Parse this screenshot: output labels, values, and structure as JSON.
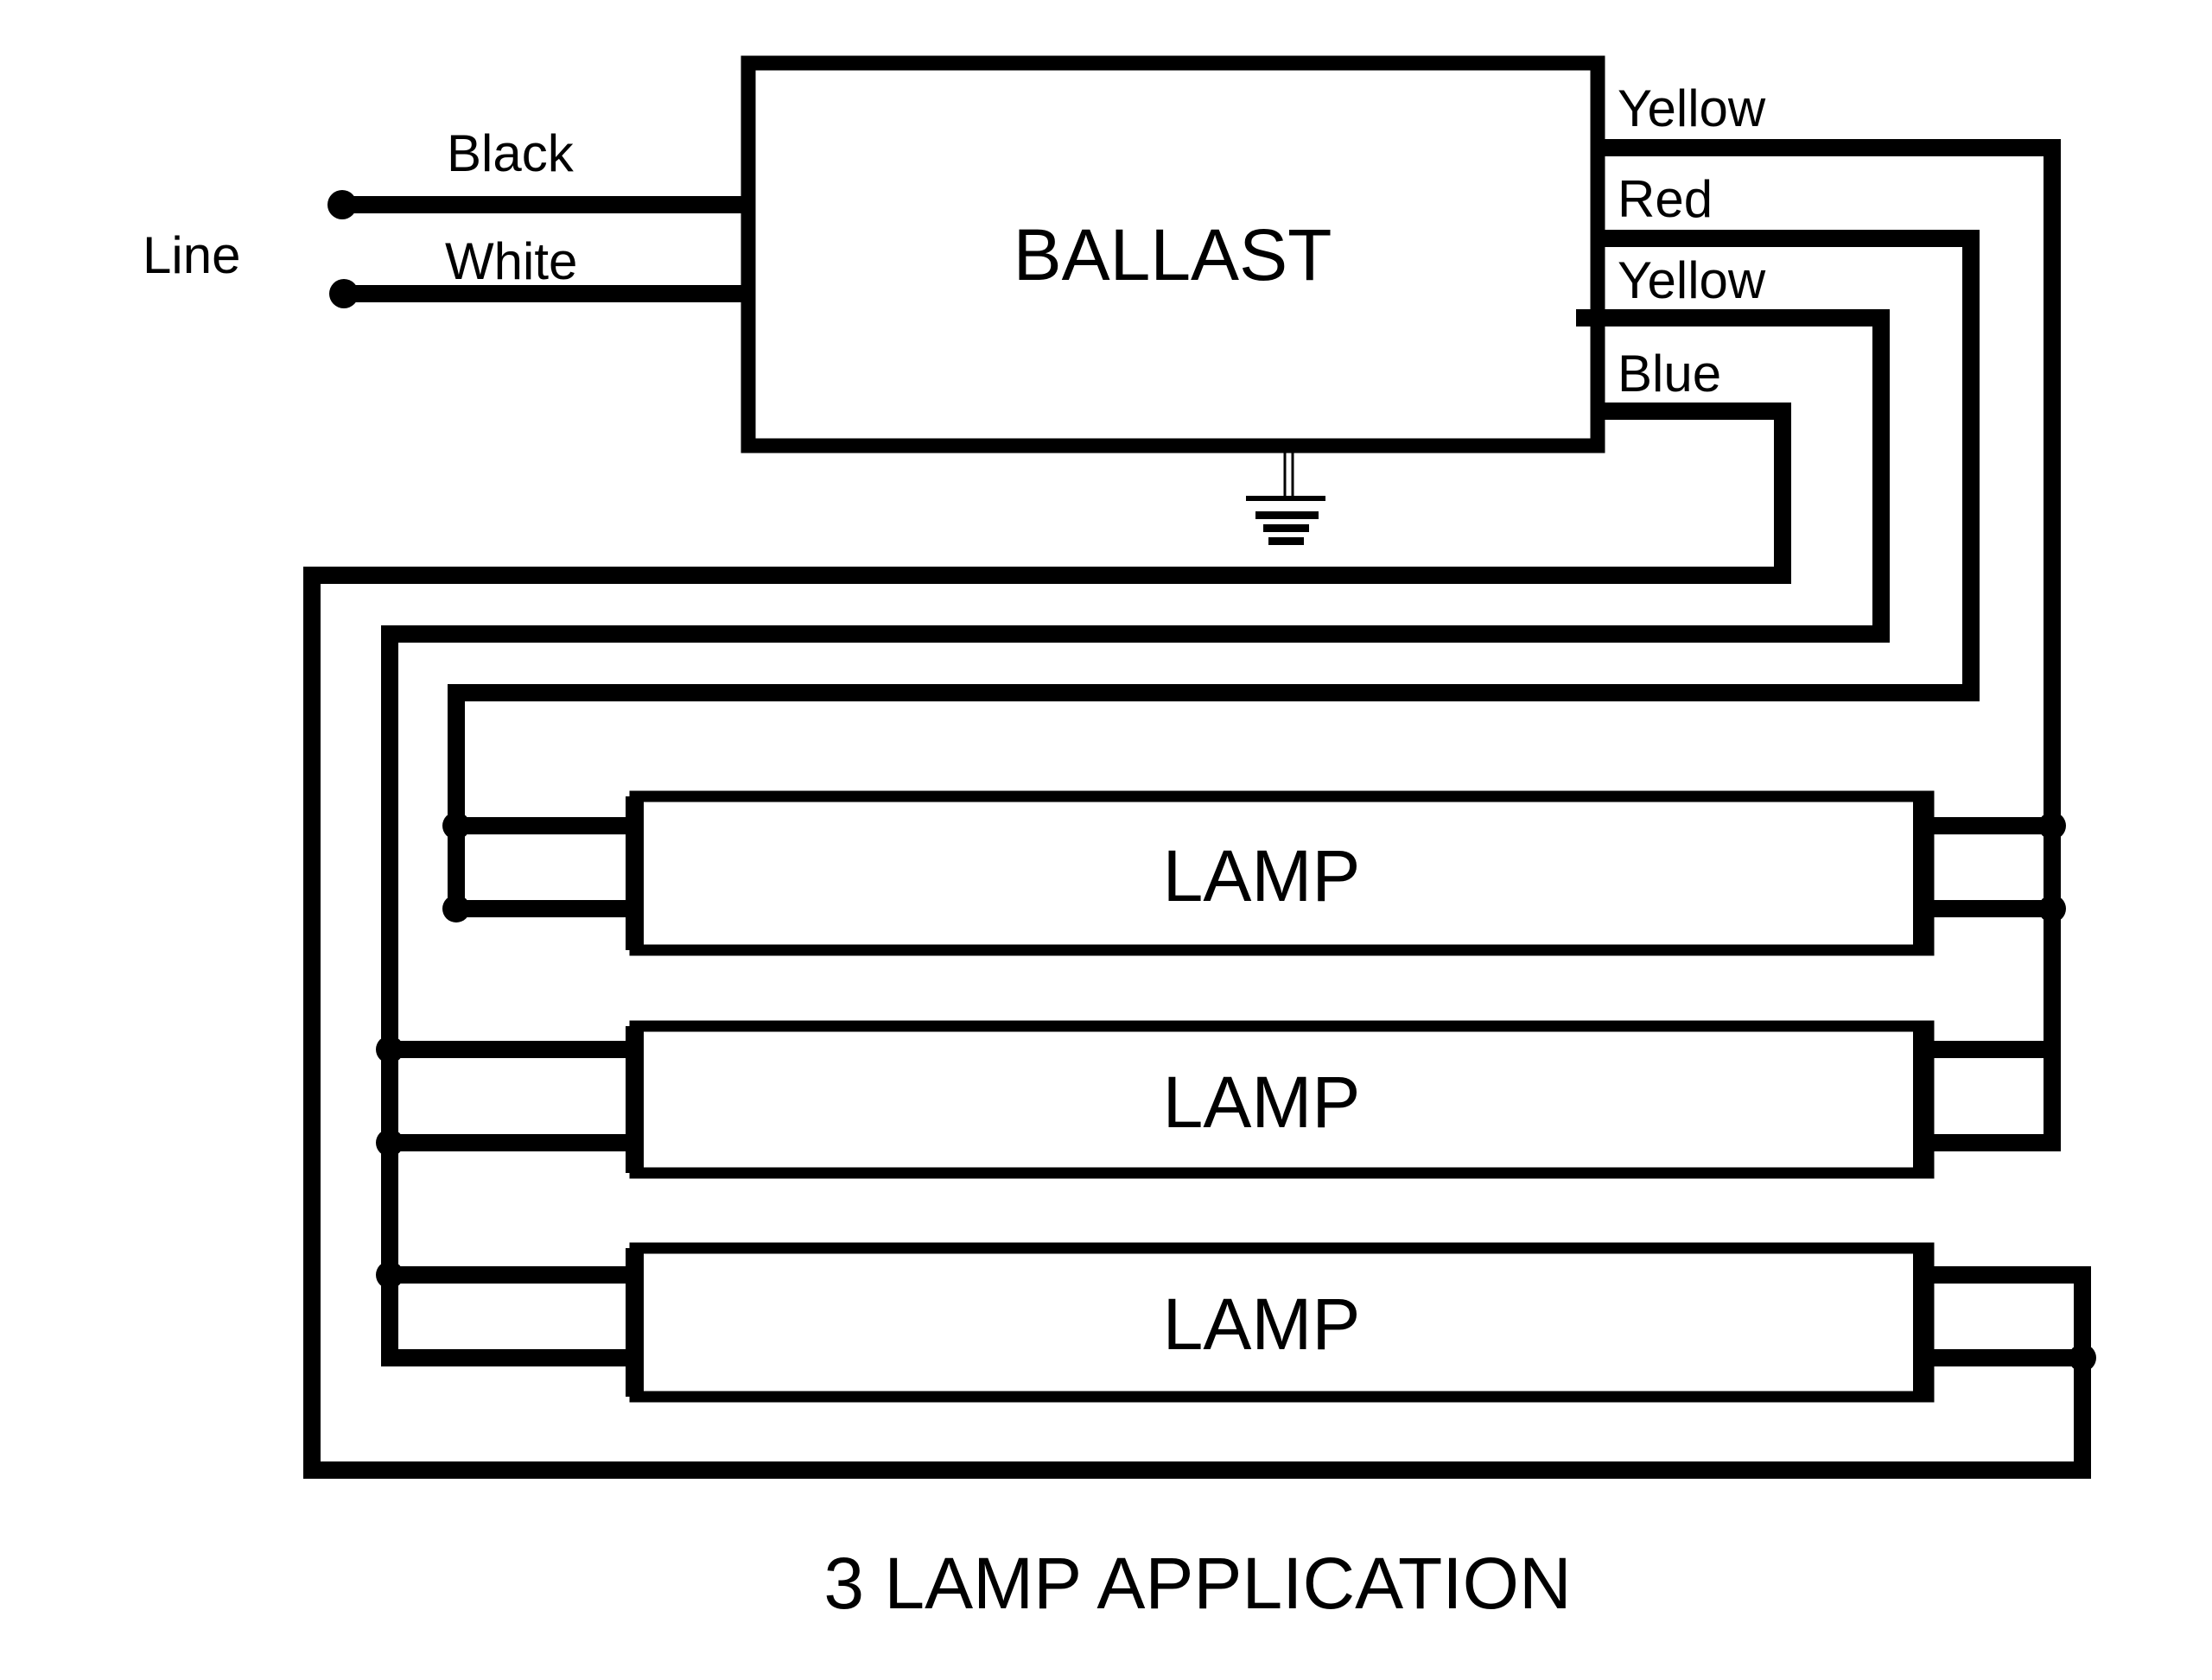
{
  "diagram": {
    "caption": "3 LAMP APPLICATION",
    "ballast": {
      "label": "BALLAST"
    },
    "line_input": {
      "label": "Line",
      "hot_wire_label": "Black",
      "neutral_wire_label": "White"
    },
    "ballast_output_wires": [
      {
        "color_label": "Yellow"
      },
      {
        "color_label": "Red"
      },
      {
        "color_label": "Yellow"
      },
      {
        "color_label": "Blue"
      }
    ],
    "lamps": [
      {
        "label": "LAMP"
      },
      {
        "label": "LAMP"
      },
      {
        "label": "LAMP"
      }
    ],
    "ground": {
      "icon_name": "earth-ground-icon"
    },
    "colors": {
      "ink": "#000000",
      "background": "#ffffff"
    }
  }
}
